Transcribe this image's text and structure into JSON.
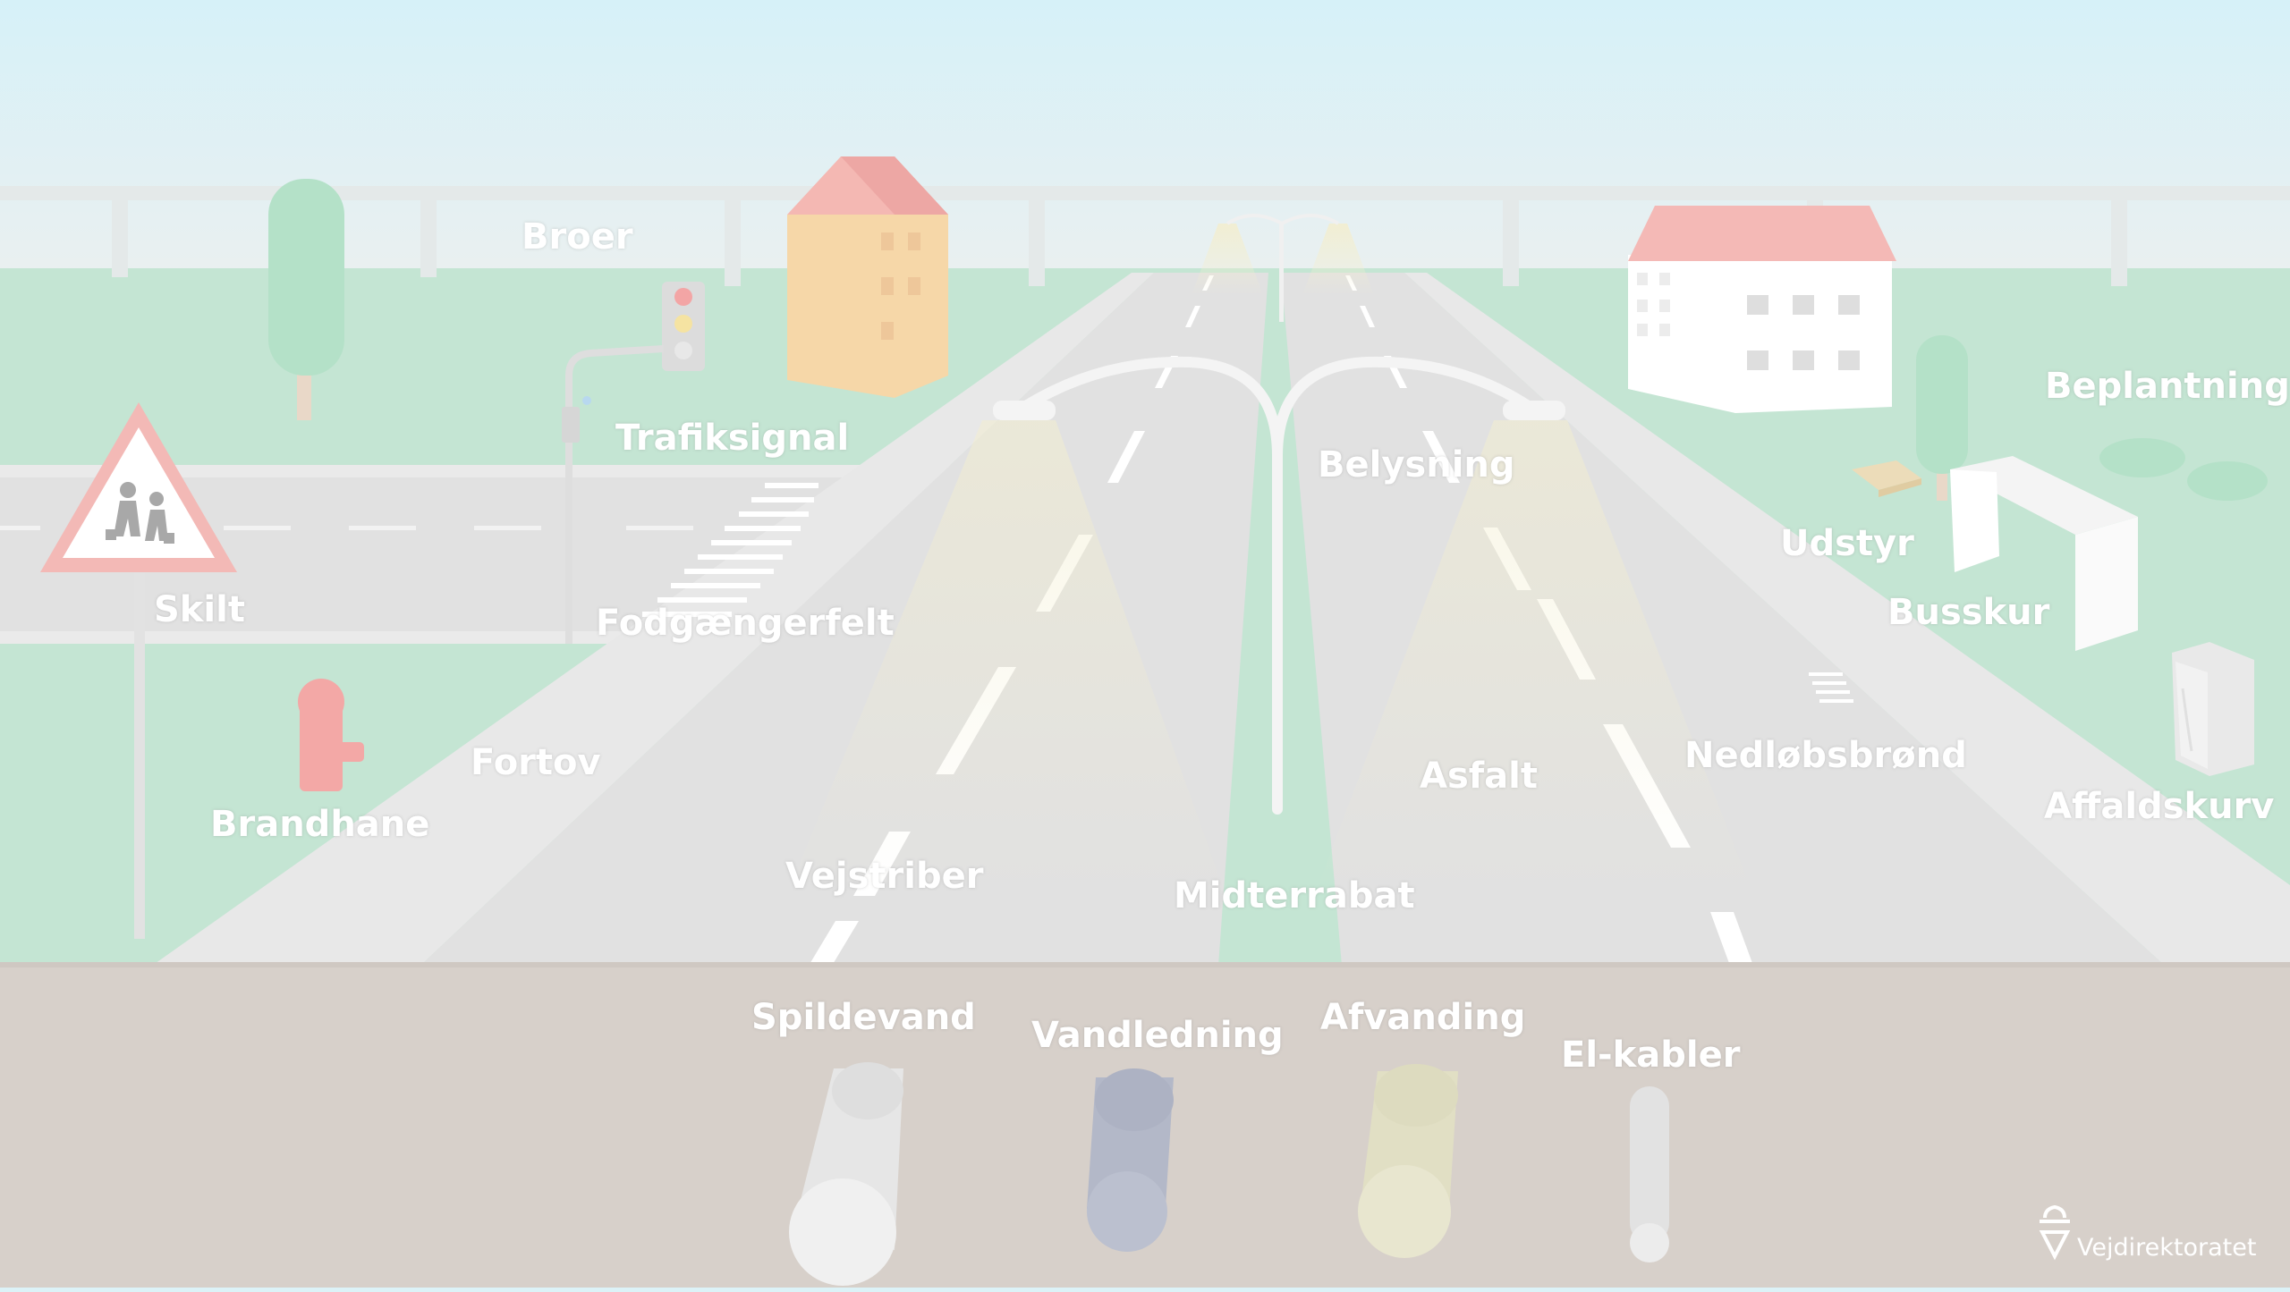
{
  "labels": {
    "broer": "Broer",
    "trafiksignal": "Trafiksignal",
    "skilt": "Skilt",
    "fodgaengerfelt": "Fodgængerfelt",
    "fortov": "Fortov",
    "brandhane": "Brandhane",
    "vejstriber": "Vejstriber",
    "midterrabat": "Midterrabat",
    "asfalt": "Asfalt",
    "belysning": "Belysning",
    "udstyr": "Udstyr",
    "busskur": "Busskur",
    "nedlobsbrond": "Nedløbsbrønd",
    "affaldskurv": "Affaldskurv",
    "beplantning": "Beplantning",
    "spildevand": "Spildevand",
    "vandledning": "Vandledning",
    "afvanding": "Afvanding",
    "el_kabler": "El-kabler"
  },
  "logo": {
    "text": "Vejdirektoratet"
  },
  "colors": {
    "sky": "#dcf2f7",
    "grass": "#c3e5d3",
    "road": "#e2e2e2",
    "soil": "#d8d0ca",
    "signal_red": "#f0a2a2",
    "spildevand_pipe": "#e6e6e6",
    "vandledning_pipe": "#b3b8c8",
    "afvanding_pipe": "#e1dfc4",
    "el_kabler_pipe": "#e2e2e2"
  }
}
